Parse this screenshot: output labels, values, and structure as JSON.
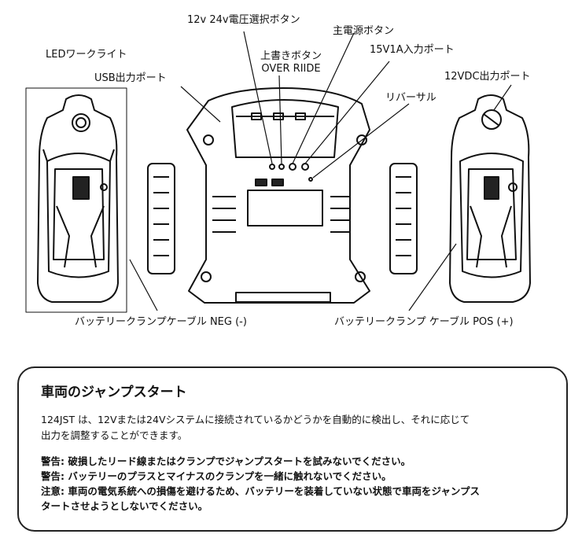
{
  "labels": {
    "voltage_select": "12v 24v電圧選択ボタン",
    "main_power": "主電源ボタン",
    "led_light": "LEDワークライト",
    "override": "上書きボタン",
    "override_en": "OVER RIIDE",
    "input_port": "15V1A入力ポート",
    "usb_port": "USB出力ポート",
    "reverse": "リバーサル",
    "dc_port": "12VDC出力ポート",
    "clamp_neg": "バッテリークランプケーブル NEG (-)",
    "clamp_pos": "バッテリークランプ ケーブル POS (+)"
  },
  "notice": {
    "title": "車両のジャンプスタート",
    "body_line1": "124JST は、12Vまたは24Vシステムに接続されているかどうかを自動的に検出し、それに応じて",
    "body_line2": "出力を調整することができます。",
    "warning1": "警告: 破損したリード線またはクランプでジャンプスタートを試みないでください。",
    "warning2": "警告: バッテリーのプラスとマイナスのクランプを一緒に触れないでください。",
    "caution_line1": "注意: 車両の電気系統への損傷を避けるため、バッテリーを装着していない状態で車両をジャンプス",
    "caution_line2": "タートさせようとしないでください。"
  }
}
